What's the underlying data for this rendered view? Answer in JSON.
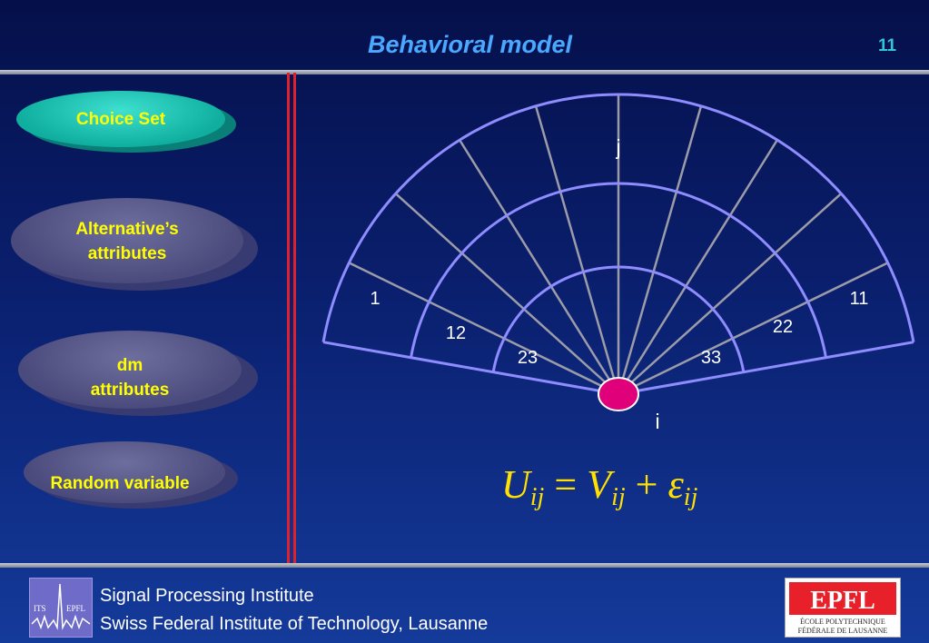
{
  "header": {
    "title": "Behavioral model",
    "page_number": "11"
  },
  "sidebar": {
    "items": [
      {
        "label": "Choice Set",
        "active": true
      },
      {
        "label": "Alternative’s\nattributes",
        "active": false
      },
      {
        "label": "dm\nattributes",
        "active": false
      },
      {
        "label": "Random variable",
        "active": false
      }
    ]
  },
  "diagram": {
    "top_label": "j",
    "origin_label": "i",
    "segment_labels": {
      "outer_left": "1",
      "outer_right": "11",
      "mid_left": "12",
      "mid_right": "22",
      "inner_left": "23",
      "inner_right": "33"
    },
    "equation": {
      "U": "U",
      "V": "V",
      "eps": "ε",
      "sub": "ij",
      "eq": "=",
      "plus": "+"
    }
  },
  "footer": {
    "line1": "Signal Processing Institute",
    "line2": "Swiss Federal Institute of Technology, Lausanne",
    "logo_left_text_a": "ITS",
    "logo_left_text_b": "EPFL",
    "logo_right_mark": "EPFL",
    "logo_right_line1": "ÉCOLE  POLYTECHNIQUE",
    "logo_right_line2": "FÉDÉRALE DE LAUSANNE"
  },
  "colors": {
    "accent": "#4aa8ff",
    "label": "#ffff00",
    "arc": "#8f8cff",
    "origin": "#e0007a"
  }
}
